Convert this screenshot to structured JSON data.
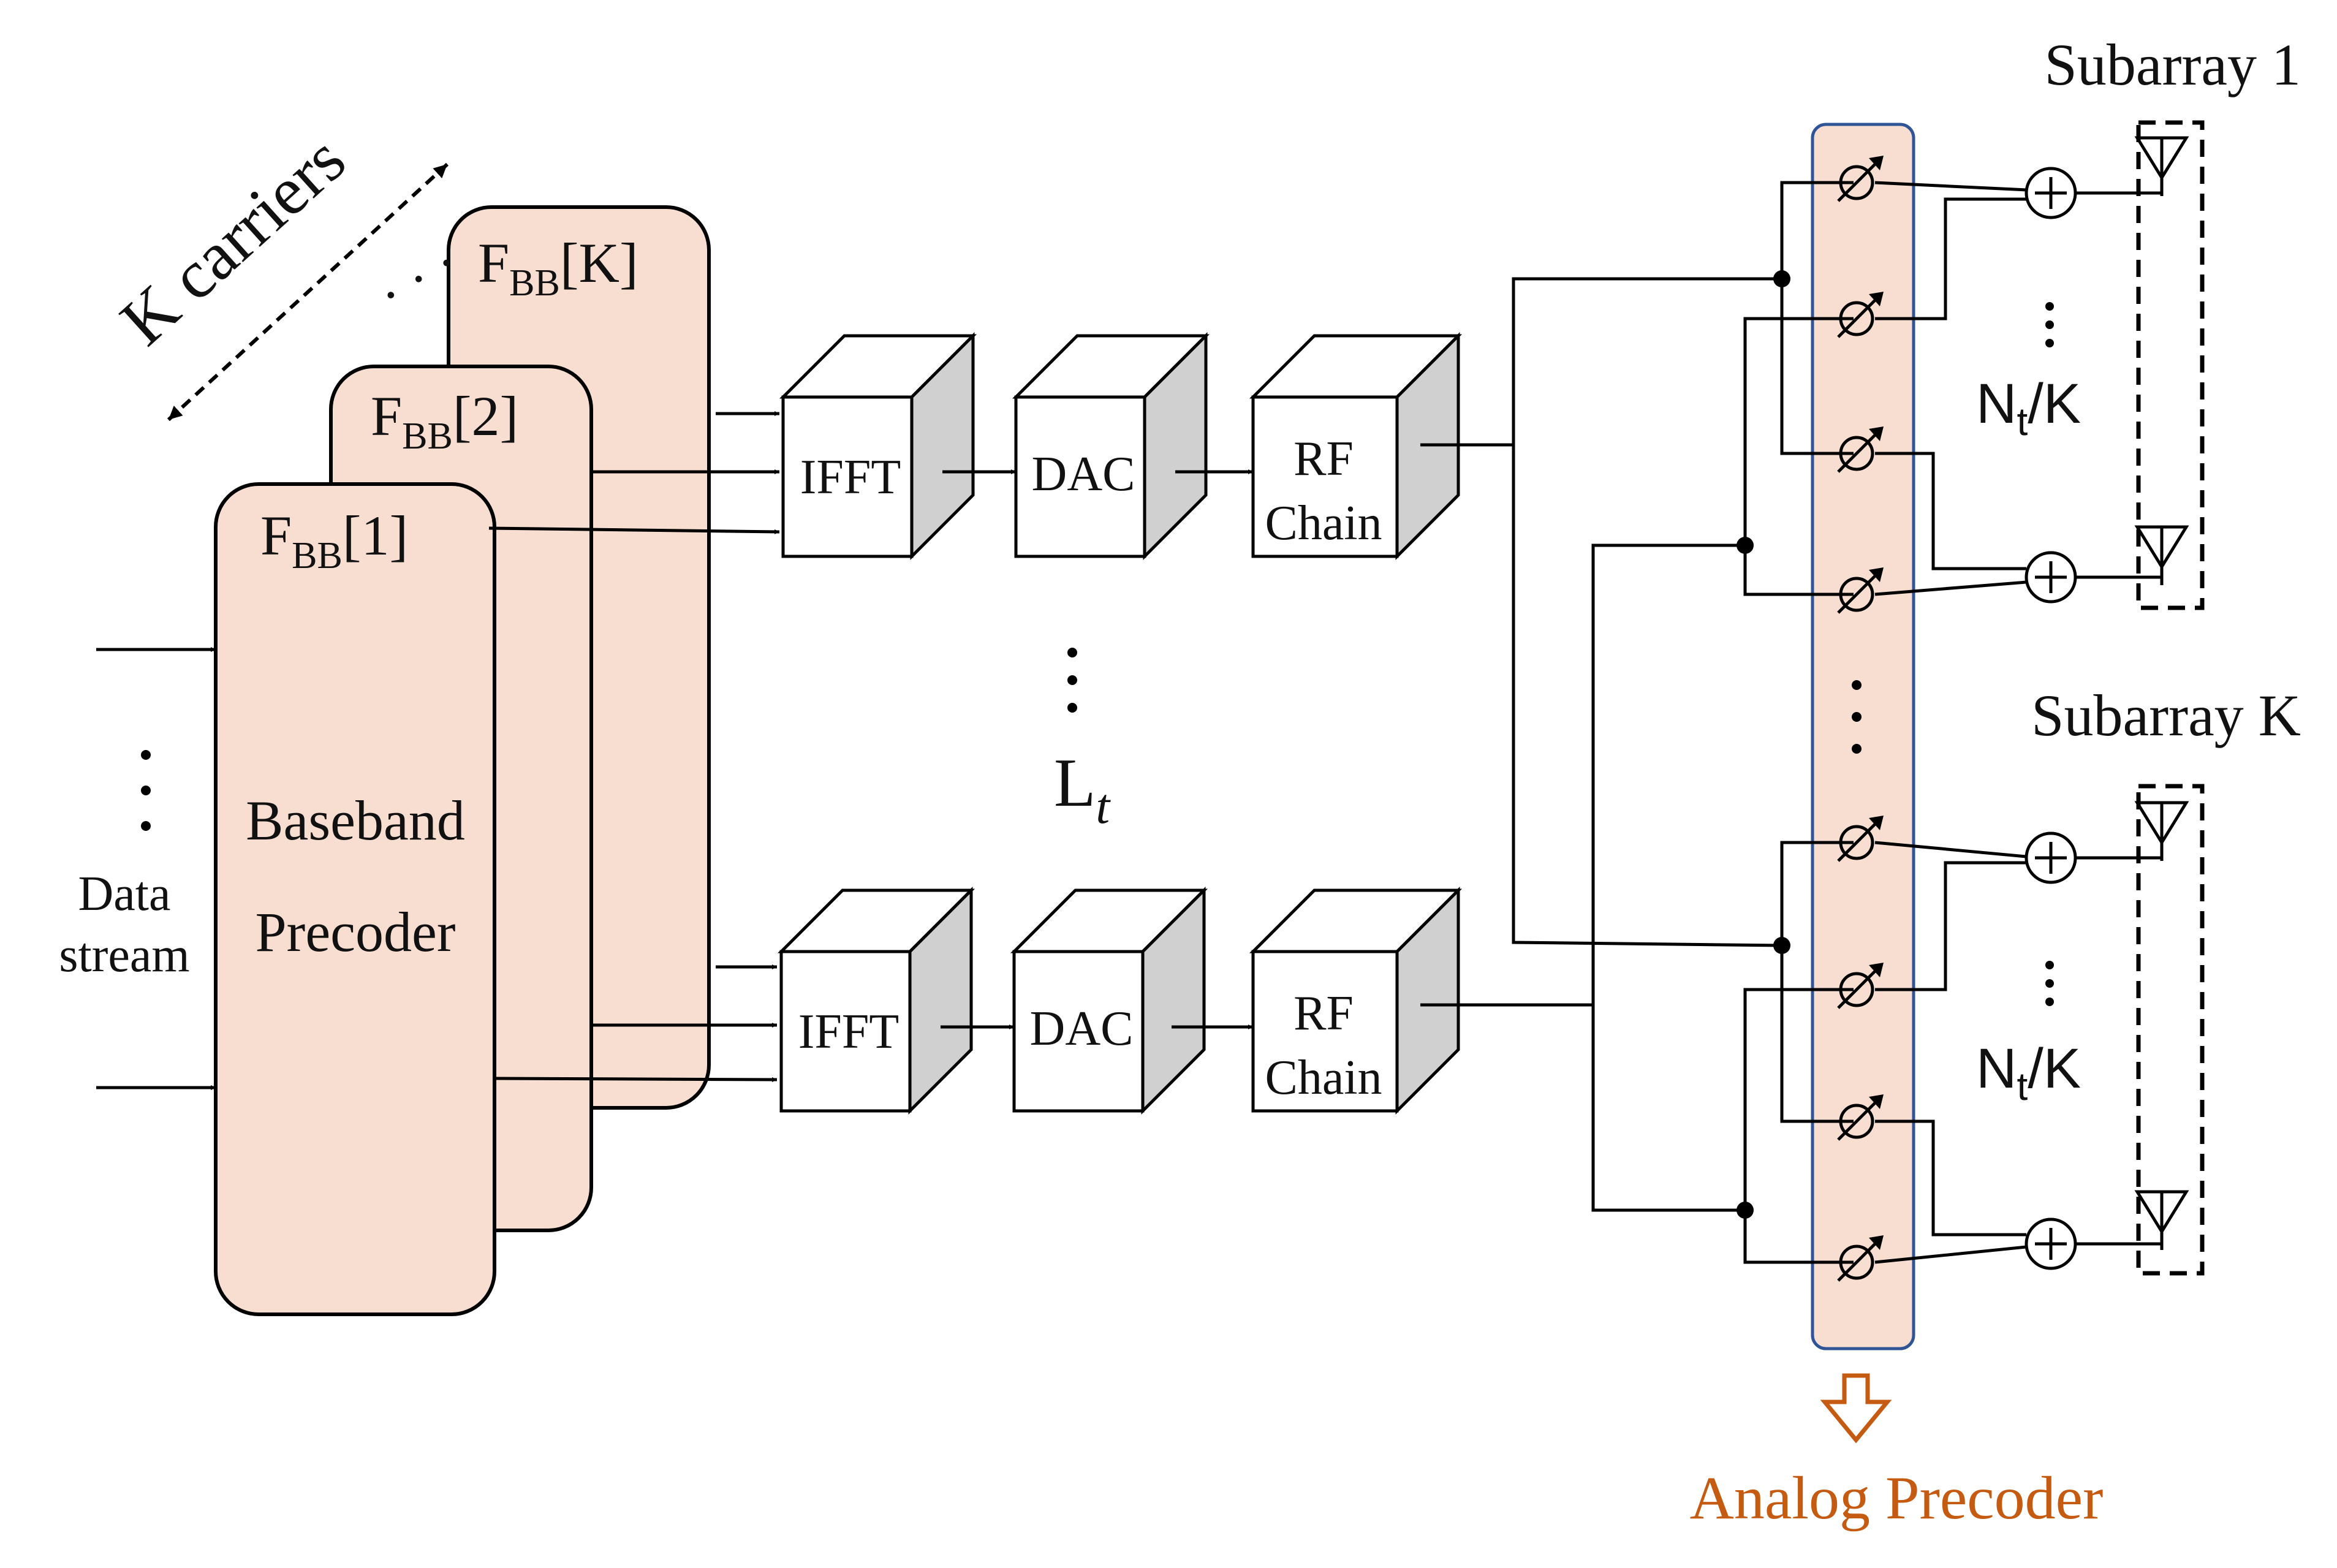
{
  "carriers_label": "K carriers",
  "baseband_blocks": [
    {
      "main": "F",
      "sub": "BB",
      "index": "[1]"
    },
    {
      "main": "F",
      "sub": "BB",
      "index": "[2]"
    },
    {
      "main": "F",
      "sub": "BB",
      "index": "[K]"
    }
  ],
  "baseband_text": {
    "line1": "Baseband",
    "line2": "Precoder"
  },
  "data_stream": {
    "line1": "Data",
    "line2": "stream"
  },
  "chain_blocks": {
    "ifft": "IFFT",
    "dac": "DAC",
    "rf_line1": "RF",
    "rf_line2": "Chain"
  },
  "lt_label": {
    "main": "L",
    "sub": "t"
  },
  "subarray_labels": [
    "Subarray 1",
    "Subarray K"
  ],
  "nt_label": {
    "main": "N",
    "sub": "t",
    "rest": "/K"
  },
  "analog_precoder_label": "Analog Precoder",
  "colors": {
    "block_fill": "#f8ded0",
    "analog_border": "#2f5597",
    "analog_label": "#c55a11",
    "cube_side": "#d0d0d0",
    "line": "#000000"
  }
}
